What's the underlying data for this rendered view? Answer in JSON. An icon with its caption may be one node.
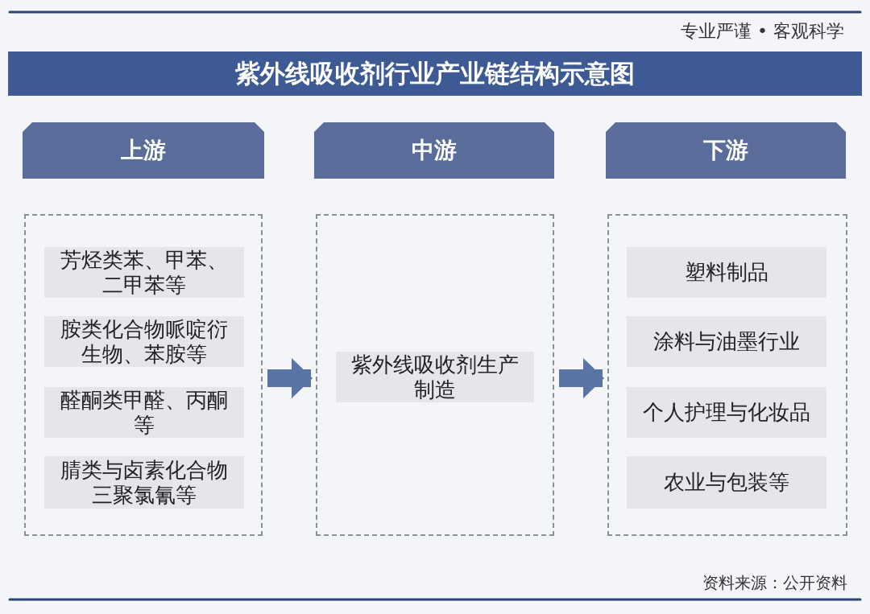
{
  "diagram": {
    "title": "紫外线吸收剂行业产业链结构示意图",
    "nodes": [
      {
        "text": [
          "上游"
        ]
      },
      {
        "text": [
          "中游"
        ]
      },
      {
        "text": [
          "下游"
        ]
      },
      {
        "text": [],
        "shape": "box"
      },
      {
        "text": [
          "芳烃类苯、甲苯、二甲苯等"
        ],
        "in": 3
      },
      {
        "text": [
          "胺类化合物哌啶衍生物、苯胺等"
        ],
        "in": 3
      },
      {
        "text": [
          "醛酮类甲醛、丙酮等"
        ],
        "in": 3
      },
      {
        "text": [
          "腈类与卤素化合物三聚氯氰等"
        ],
        "in": 3
      },
      {
        "text": [],
        "shape": "box"
      },
      {
        "text": [
          "紫外线吸收剂生产制造"
        ],
        "in": 8
      },
      {
        "text": [],
        "shape": "box"
      },
      {
        "text": [
          "塑料制品"
        ],
        "in": 10
      },
      {
        "text": [
          "涂料与油墨行业"
        ],
        "in": 10
      },
      {
        "text": [
          "个人护理与化妆品"
        ],
        "in": 10
      },
      {
        "text": [
          "农业与包装等"
        ],
        "in": 10
      }
    ],
    "edges": [
      {
        "from": 3,
        "to": 8,
        "arrow": "to"
      },
      {
        "from": 8,
        "to": 10,
        "arrow": "to"
      }
    ],
    "labels": [
      "专业严谨 • 客观科学",
      "资料来源：公开资料"
    ]
  }
}
